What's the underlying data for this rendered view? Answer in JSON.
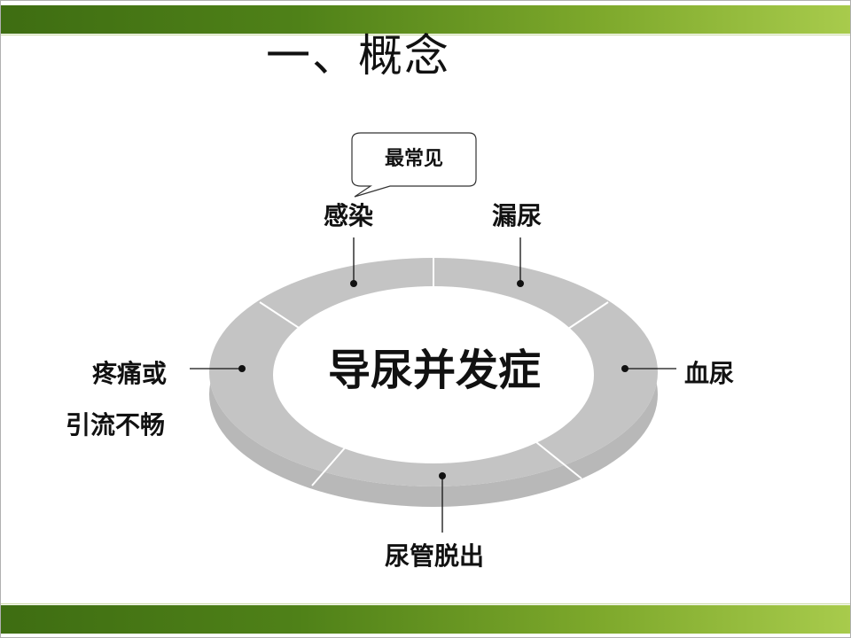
{
  "slide": {
    "title": "一、概念"
  },
  "diagram": {
    "center": "导尿并发症",
    "callout": "最常见",
    "items": {
      "infection": "感染",
      "leakage": "漏尿",
      "hematuria": "血尿",
      "catheter_out": "尿管脱出",
      "pain_line1": "疼痛或",
      "pain_line2": "引流不畅"
    }
  },
  "colors": {
    "band_dark": "#3e6d12",
    "band_light": "#a8cb4c",
    "ring": "#c0c0c0",
    "text": "#111111"
  }
}
